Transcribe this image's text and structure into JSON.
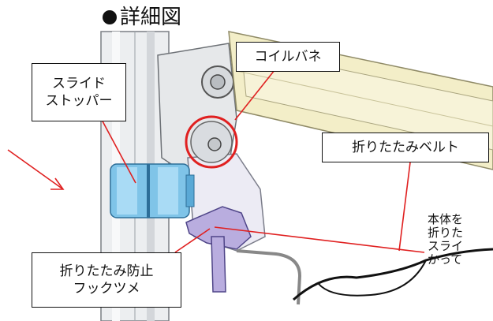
{
  "title": "詳細図",
  "labels": {
    "coil_spring": "コイルバネ",
    "slide_stopper_line1": "スライド",
    "slide_stopper_line2": "ストッパー",
    "folding_belt": "折りたたみベルト",
    "hook_line1": "折りたたみ防止",
    "hook_line2": "フックツメ"
  },
  "note_lines": [
    "本体を",
    "折りた",
    "スライ",
    "かって"
  ],
  "colors": {
    "frame_yellow": "#f3eec8",
    "stopper_blue": "#7fc4e8",
    "hook_purple": "#b9addf",
    "callout_red": "#e02020"
  }
}
